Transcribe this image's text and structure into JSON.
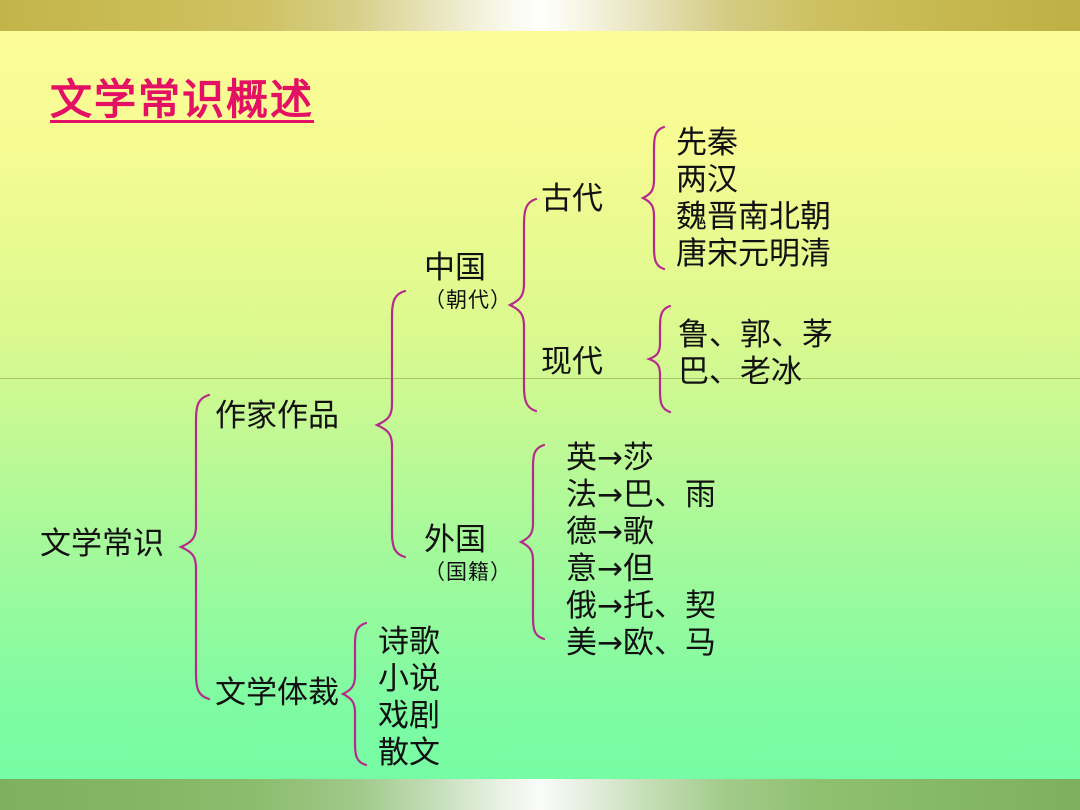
{
  "slide": {
    "title": "文学常识概述",
    "title_color": "#e31063",
    "background_top_color": "#fdfd9a",
    "background_bottom_color": "#72fca5",
    "brace_color": "#b52a8c",
    "text_color": "#111111"
  },
  "root": {
    "label": "文学常识"
  },
  "branches": {
    "works": {
      "label": "作家作品",
      "children": {
        "chinese": {
          "label": "中国",
          "sublabel": "（朝代）",
          "children": {
            "ancient": {
              "label": "古代",
              "items": [
                "先秦",
                "两汉",
                "魏晋南北朝",
                "唐宋元明清"
              ]
            },
            "modern": {
              "label": "现代",
              "items": [
                "鲁、郭、茅",
                "巴、老冰"
              ]
            }
          }
        },
        "foreign": {
          "label": "外国",
          "sublabel": "（国籍）",
          "items": [
            "英→莎",
            "法→巴、雨",
            "德→歌",
            "意→但",
            "俄→托、契",
            "美→欧、马"
          ]
        }
      }
    },
    "genres": {
      "label": "文学体裁",
      "items": [
        "诗歌",
        "小说",
        "戏剧",
        "散文"
      ]
    }
  }
}
